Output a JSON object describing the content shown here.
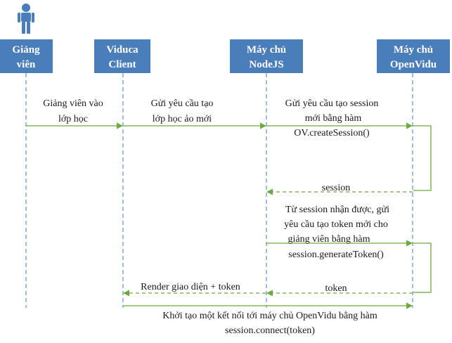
{
  "participants": [
    {
      "id": "giang-vien",
      "lines": [
        "Giảng",
        "viên"
      ]
    },
    {
      "id": "viduca-client",
      "lines": [
        "Viduca",
        "Client"
      ]
    },
    {
      "id": "nodejs-server",
      "lines": [
        "Máy chủ",
        "NodeJS"
      ]
    },
    {
      "id": "openvidu-server",
      "lines": [
        "Máy chủ",
        "OpenVidu"
      ]
    }
  ],
  "messages": [
    {
      "id": "join-class",
      "lines": [
        "Giảng viên vào",
        "lớp học"
      ]
    },
    {
      "id": "create-room",
      "lines": [
        "Gửi yêu cầu tạo",
        "lớp học ảo mới"
      ]
    },
    {
      "id": "create-session",
      "lines": [
        "Gửi yêu cầu tạo session",
        "mới bằng hàm",
        "OV.createSession()"
      ]
    },
    {
      "id": "session-return",
      "lines": [
        "session"
      ]
    },
    {
      "id": "generate-token",
      "lines": [
        "Từ session nhận được, gửi",
        "yêu cầu tạo token mới cho",
        "giảng viên bằng hàm",
        "session.generateToken()"
      ]
    },
    {
      "id": "token-return",
      "lines": [
        "token"
      ]
    },
    {
      "id": "render-return",
      "lines": [
        "Render giao diện + token"
      ]
    },
    {
      "id": "connect",
      "lines": [
        "Khởi tạo một kết nối tới máy chủ OpenVidu bằng hàm",
        "session.connect(token)"
      ]
    }
  ],
  "colors": {
    "participant_fill": "#4a7ebb",
    "lifeline": "#6f9fd0",
    "message_arrow": "#6bab3c",
    "text": "#1a1a1a"
  },
  "icons": {
    "actor": "person-icon"
  }
}
